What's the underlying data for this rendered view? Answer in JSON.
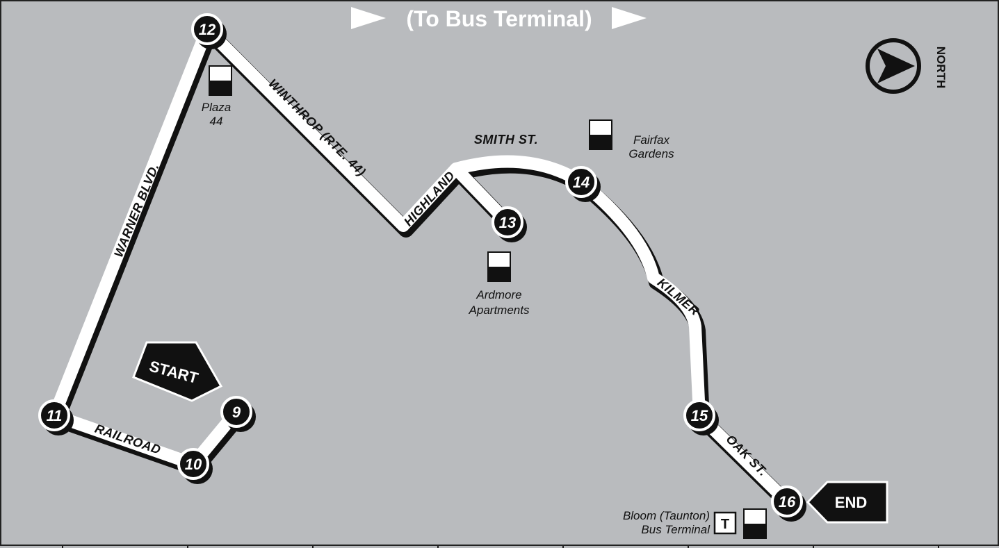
{
  "banner": {
    "text": "(To Bus Terminal)"
  },
  "compass": {
    "label": "NORTH"
  },
  "roads": {
    "warner": "WARNER BLVD.",
    "railroad": "RAILROAD",
    "winthrop": "WINTHROP (RTE. 44)",
    "highland": "HIGHLAND",
    "smith": "SMITH ST.",
    "kilmer": "KILMER",
    "oak": "OAK ST."
  },
  "stops": [
    {
      "id": "9",
      "label": "9"
    },
    {
      "id": "10",
      "label": "10"
    },
    {
      "id": "11",
      "label": "11"
    },
    {
      "id": "12",
      "label": "12"
    },
    {
      "id": "13",
      "label": "13"
    },
    {
      "id": "14",
      "label": "14"
    },
    {
      "id": "15",
      "label": "15"
    },
    {
      "id": "16",
      "label": "16"
    }
  ],
  "places": {
    "plaza": [
      "Plaza",
      "44"
    ],
    "fairfax": [
      "Fairfax",
      "Gardens"
    ],
    "ardmore": [
      "Ardmore",
      "Apartments"
    ],
    "terminal": [
      "Bloom (Taunton)",
      "Bus Terminal"
    ]
  },
  "markers": {
    "start": "START",
    "end": "END",
    "terminal_symbol": "T"
  },
  "colors": {
    "background": "#b9bbbe",
    "road": "#ffffff",
    "road_shadow": "#111111",
    "stop": "#111111"
  }
}
